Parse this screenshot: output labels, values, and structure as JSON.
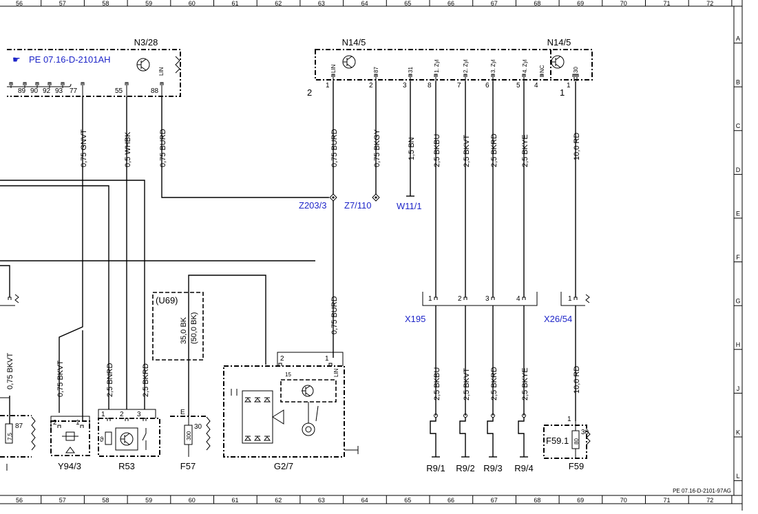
{
  "columns": [
    "56",
    "57",
    "58",
    "59",
    "60",
    "61",
    "62",
    "63",
    "64",
    "65",
    "66",
    "67",
    "68",
    "69",
    "70",
    "71",
    "72"
  ],
  "rows": [
    "A",
    "B",
    "C",
    "D",
    "E",
    "F",
    "G",
    "H",
    "J",
    "K",
    "L"
  ],
  "reference": "PE 07.16-D-2101AH",
  "footer_code": "PE 07.16-D-2101-97AG",
  "components": {
    "n3_28": "N3/28",
    "n14_5_left": "N14/5",
    "n14_5_right": "N14/5",
    "u69": "(U69)",
    "y94_3": "Y94/3",
    "r53": "R53",
    "f57": "F57",
    "g2_7": "G2/7",
    "r9_1": "R9/1",
    "r9_2": "R9/2",
    "r9_3": "R9/3",
    "r9_4": "R9/4",
    "f59": "F59",
    "f59_1": "F59.1"
  },
  "connectors": {
    "z203_3": "Z203/3",
    "z7_110": "Z7/110",
    "w11_1": "W11/1",
    "x195": "X195",
    "x26_54": "X26/54"
  },
  "n3_28_pins": [
    "89",
    "90",
    "92",
    "93",
    "77",
    "55",
    "88"
  ],
  "n3_28_pin_label": "LIN",
  "n14_pin_names": [
    "LIN",
    "87",
    "31",
    "1. Zyl",
    "2. Zyl",
    "3. Zyl",
    "4. Zyl",
    "NC",
    "30"
  ],
  "n14_pin_numbers": [
    "1",
    "2",
    "3",
    "8",
    "7",
    "6",
    "5",
    "4"
  ],
  "n14_pin30_number": "1",
  "n14_left_group": "2",
  "n14_right_group": "1",
  "wires": {
    "w_gnvt": "0,75 GNVT",
    "w_whbk": "0,5 WHBK",
    "w_burd_a": "0,75 BURD",
    "w_burd_b": "0,75 BURD",
    "w_bkgy": "0,75 BKGY",
    "w_bn": "1,5 BN",
    "w_bkbu_a": "2,5 BKBU",
    "w_bkvt_a": "2,5 BKVT",
    "w_bkrd_a": "2,5 BKRD",
    "w_bkye_a": "2,5 BKYE",
    "w_rd_a": "10,0 RD",
    "w_burd_c": "0,75 BURD",
    "w_bkvt_left": "0,75 BKVT",
    "w_bkvt_y94": "0,75 BKVT",
    "w_bnrd": "2,5 BNRD",
    "w_bkrd_r53": "2,5 BKRD",
    "w_bk35": "35,0 BK",
    "w_bk50": "(50,0 BK)",
    "w_bkbu_b": "2,5 BKBU",
    "w_bkvt_b": "2,5 BKVT",
    "w_bkrd_b": "2,5 BKRD",
    "w_bkye_b": "2,5 BKYE",
    "w_rd_b": "10,0 RD"
  },
  "x195_pins": [
    "1",
    "2",
    "3",
    "4"
  ],
  "x26_54_pin": "1",
  "y94_pins": [
    "2",
    "1"
  ],
  "r53_pins": [
    "1",
    "2",
    "3"
  ],
  "r53_inner": "ϑ",
  "f57_pin": "30",
  "f57_value": "300",
  "f57_mark": "E",
  "g2_7_pins": [
    "2",
    "1"
  ],
  "g2_7_inner_pin": "15",
  "g2_7_lin": "LIN",
  "f59_pin_top": "1",
  "f59_pin": "30",
  "f59_value": "80",
  "left_fuse_value": "7,5",
  "left_fuse_pin": "87"
}
